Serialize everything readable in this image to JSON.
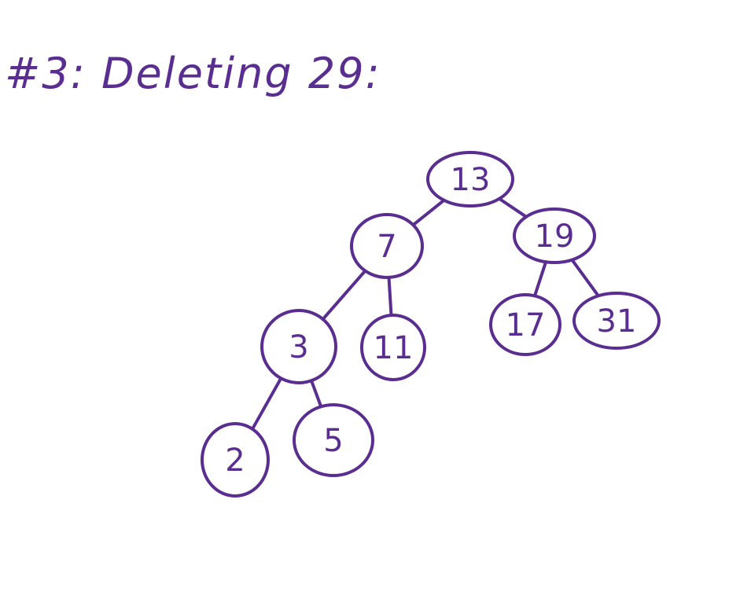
{
  "title": "#3: Deleting 29:",
  "ink_color": "#5a2d91",
  "tree": {
    "nodes": [
      {
        "id": "n13",
        "label": "13"
      },
      {
        "id": "n7",
        "label": "7"
      },
      {
        "id": "n19",
        "label": "19"
      },
      {
        "id": "n3",
        "label": "3"
      },
      {
        "id": "n11",
        "label": "11"
      },
      {
        "id": "n17",
        "label": "17"
      },
      {
        "id": "n31",
        "label": "31"
      },
      {
        "id": "n2",
        "label": "2"
      },
      {
        "id": "n5",
        "label": "5"
      }
    ],
    "edges": [
      {
        "from": "n13",
        "to": "n7"
      },
      {
        "from": "n13",
        "to": "n19"
      },
      {
        "from": "n7",
        "to": "n3"
      },
      {
        "from": "n7",
        "to": "n11"
      },
      {
        "from": "n19",
        "to": "n17"
      },
      {
        "from": "n19",
        "to": "n31"
      },
      {
        "from": "n3",
        "to": "n2"
      },
      {
        "from": "n3",
        "to": "n5"
      }
    ]
  }
}
